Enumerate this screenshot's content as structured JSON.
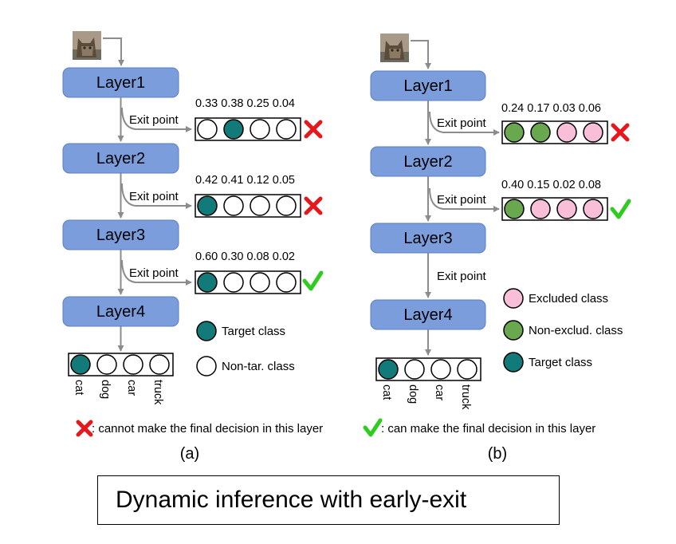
{
  "colors": {
    "layer_fill": "#7b9ddb",
    "layer_stroke": "#5b7fc4",
    "target": "#137a7a",
    "non_excluded": "#6aa84f",
    "excluded": "#f9bfd9",
    "arrow": "#8c8c8c",
    "cross": "#e8171b",
    "check": "#2ecc1f"
  },
  "panel_a": {
    "layers": [
      "Layer1",
      "Layer2",
      "Layer3",
      "Layer4"
    ],
    "exits": [
      {
        "label": "Exit point",
        "probs": "0.33 0.38 0.25 0.04",
        "circles": [
          "white",
          "target",
          "white",
          "white"
        ],
        "mark": "cross"
      },
      {
        "label": "Exit point",
        "probs": "0.42 0.41 0.12 0.05",
        "circles": [
          "target",
          "white",
          "white",
          "white"
        ],
        "mark": "cross"
      },
      {
        "label": "Exit point",
        "probs": "0.60 0.30 0.08 0.02",
        "circles": [
          "target",
          "white",
          "white",
          "white"
        ],
        "mark": "check"
      }
    ],
    "output_circles": [
      "target",
      "white",
      "white",
      "white"
    ],
    "classes": [
      "cat",
      "dog",
      "car",
      "truck"
    ],
    "legend": [
      {
        "kind": "target",
        "label": "Target class"
      },
      {
        "kind": "white",
        "label": "Non-tar. class"
      }
    ],
    "caption": "(a)"
  },
  "panel_b": {
    "layers": [
      "Layer1",
      "Layer2",
      "Layer3",
      "Layer4"
    ],
    "exits": [
      {
        "label": "Exit point",
        "probs": "0.24 0.17 0.03 0.06",
        "circles": [
          "green",
          "green",
          "pink",
          "pink"
        ],
        "mark": "cross"
      },
      {
        "label": "Exit point",
        "probs": "0.40 0.15 0.02 0.08",
        "circles": [
          "green",
          "pink",
          "pink",
          "pink"
        ],
        "mark": "check"
      },
      {
        "label": "Exit point"
      }
    ],
    "output_circles": [
      "target",
      "white",
      "white",
      "white"
    ],
    "classes": [
      "cat",
      "dog",
      "car",
      "truck"
    ],
    "legend": [
      {
        "kind": "pink",
        "label": "Excluded class"
      },
      {
        "kind": "green",
        "label": "Non-exclud. class"
      },
      {
        "kind": "target",
        "label": "Target class"
      }
    ],
    "caption": "(b)"
  },
  "footnotes": {
    "cross_text": ": cannot make the final decision in this layer",
    "check_text": ": can make the final decision in this layer"
  },
  "title": "Dynamic inference with early-exit"
}
